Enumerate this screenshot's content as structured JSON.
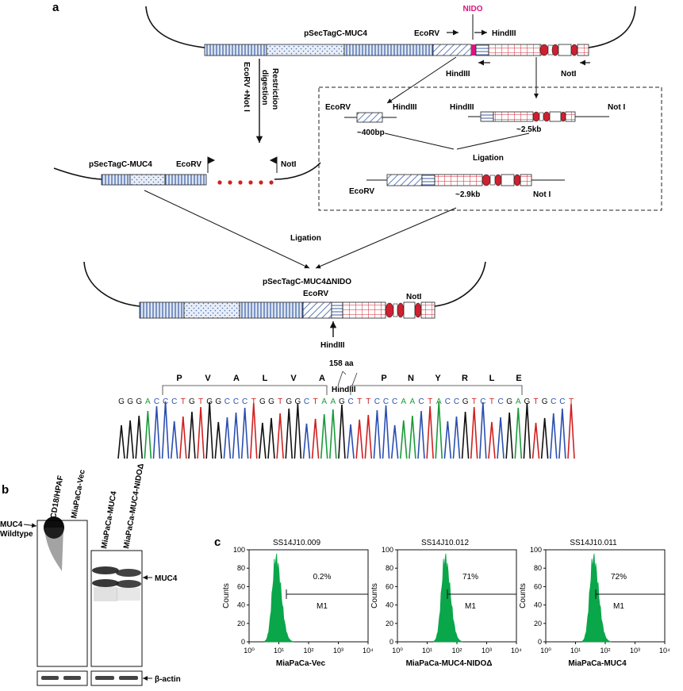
{
  "panel_a": {
    "letter": "a",
    "top_plasmid": {
      "name": "pSecTagC-MUC4",
      "nido": "NIDO",
      "ecorv": "EcoRV",
      "hindiii_top": "HindIII",
      "hindiii_bottom": "HindIII",
      "noti": "NotI"
    },
    "restriction_label_1": "EcoRV +Not I",
    "restriction_label_2": "Restriction",
    "restriction_label_3": "digestion",
    "box": {
      "frag1_left": "EcoRV",
      "frag1_right": "HindIII",
      "frag1_size": "~400bp",
      "frag2_left": "HindIII",
      "frag2_right": "Not I",
      "frag2_size": "~2.5kb",
      "ligation": "Ligation",
      "prod_left": "EcoRV",
      "prod_size": "~2.9kb",
      "prod_right": "Not I"
    },
    "vector": {
      "name": "pSecTagC-MUC4",
      "ecorv": "EcoRV",
      "noti": "NotI"
    },
    "ligation": "Ligation",
    "final_plasmid": {
      "name": "pSecTagC-MUC4ΔNIDO",
      "ecorv": "EcoRV",
      "noti": "NotI",
      "hindiii": "HindIII"
    },
    "seq": {
      "deletion": "158 aa",
      "site": "HindIII",
      "aa_left": [
        "P",
        "V",
        "A",
        "L",
        "V",
        "A"
      ],
      "aa_right": [
        "P",
        "N",
        "Y",
        "R",
        "L",
        "E"
      ],
      "bases": "GGGACCCTGTGGCCCTGGTGGCTAAGCTTCCCAACTACCGTCTCGAGTGCCT"
    }
  },
  "panel_b": {
    "letter": "b",
    "lanes_left": [
      "CD18/HPAF",
      "MiaPaCa-Vec"
    ],
    "lanes_right": [
      "MiaPaCa-MUC4",
      "MiaPaCa-MUC4-NIDOΔ"
    ],
    "muc4_wt_1": "MUC4",
    "muc4_wt_2": "Wildtype",
    "muc4": "MUC4",
    "actin": "β-actin"
  },
  "panel_c": {
    "letter": "c",
    "histograms": [
      {
        "id": "SS14J10.009",
        "percent": "0.2%",
        "gate": "M1",
        "sample": "MiaPaCa-Vec",
        "peak_log": 0.9
      },
      {
        "id": "SS14J10.012",
        "percent": "71%",
        "gate": "M1",
        "sample": "MiaPaCa-MUC4-NIDOΔ",
        "peak_log": 1.6
      },
      {
        "id": "SS14J10.011",
        "percent": "72%",
        "gate": "M1",
        "sample": "MiaPaCa-MUC4",
        "peak_log": 1.6
      }
    ],
    "y_label": "Counts",
    "y_ticks": [
      "0",
      "20",
      "40",
      "60",
      "80",
      "100"
    ],
    "x_ticks": [
      "10⁰",
      "10¹",
      "10²",
      "10³",
      "10⁴"
    ],
    "colors": {
      "histogram": "#0aa64a",
      "restriction_dots": "#d22020",
      "nido": "#e0117f"
    }
  }
}
